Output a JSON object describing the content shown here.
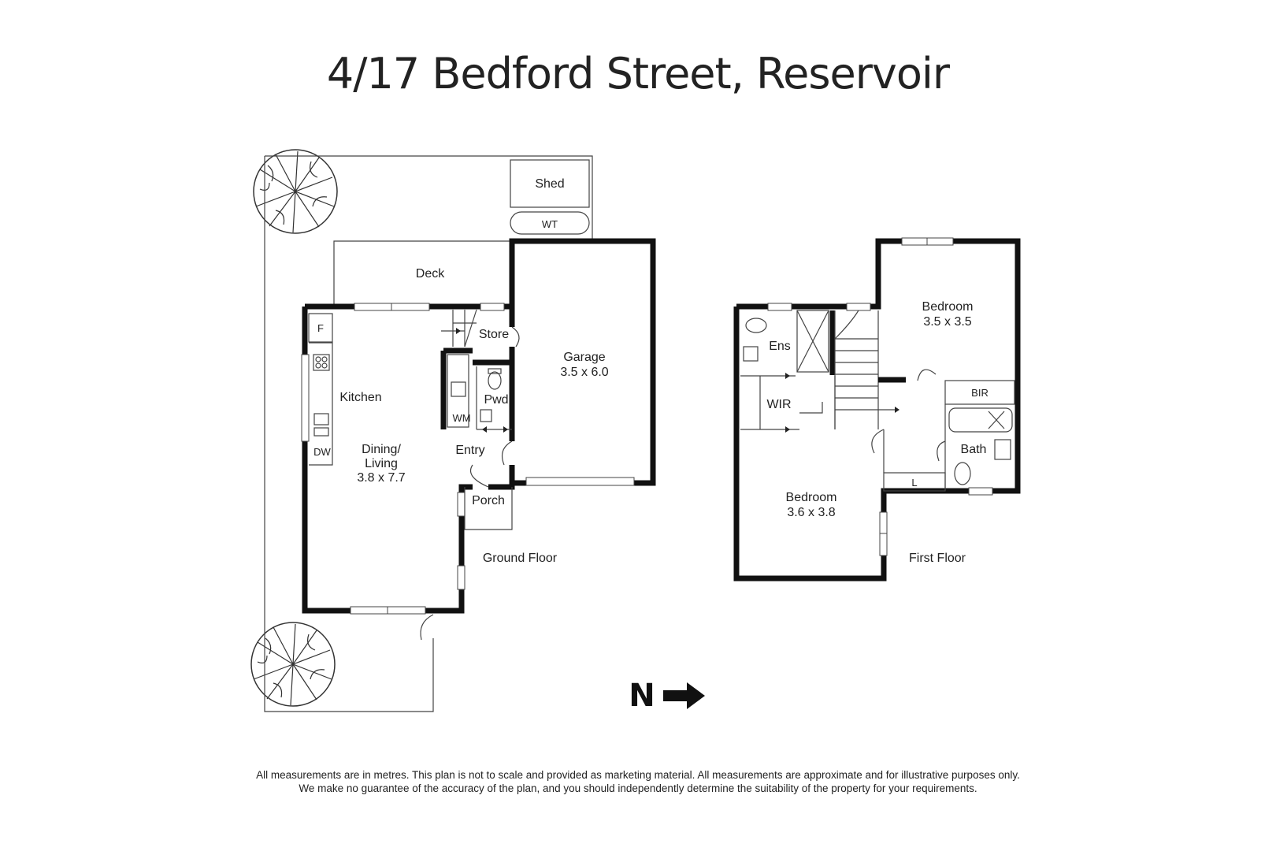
{
  "title": "4/17 Bedford Street, Reservoir",
  "ground_floor": {
    "label": "Ground Floor",
    "rooms": {
      "shed": "Shed",
      "wt": "WT",
      "deck": "Deck",
      "store": "Store",
      "garage_name": "Garage",
      "garage_size": "3.5 x 6.0",
      "f": "F",
      "kitchen": "Kitchen",
      "pwd": "Pwd",
      "wm": "WM",
      "dw": "DW",
      "dining_name_1": "Dining/",
      "dining_name_2": "Living",
      "dining_size": "3.8 x 7.7",
      "entry": "Entry",
      "porch": "Porch"
    }
  },
  "first_floor": {
    "label": "First Floor",
    "rooms": {
      "bedroom1_name": "Bedroom",
      "bedroom1_size": "3.5 x 3.5",
      "ens": "Ens",
      "bir": "BIR",
      "wir": "WIR",
      "bath": "Bath",
      "l": "L",
      "bedroom2_name": "Bedroom",
      "bedroom2_size": "3.6 x 3.8"
    }
  },
  "compass": {
    "label": "N"
  },
  "disclaimer": {
    "line1": "All measurements are in metres. This plan is not to scale and provided as marketing material. All measurements are approximate and for illustrative purposes only.",
    "line2": "We make no guarantee of the accuracy of the plan, and you should independently determine the suitability of the property for your requirements."
  }
}
